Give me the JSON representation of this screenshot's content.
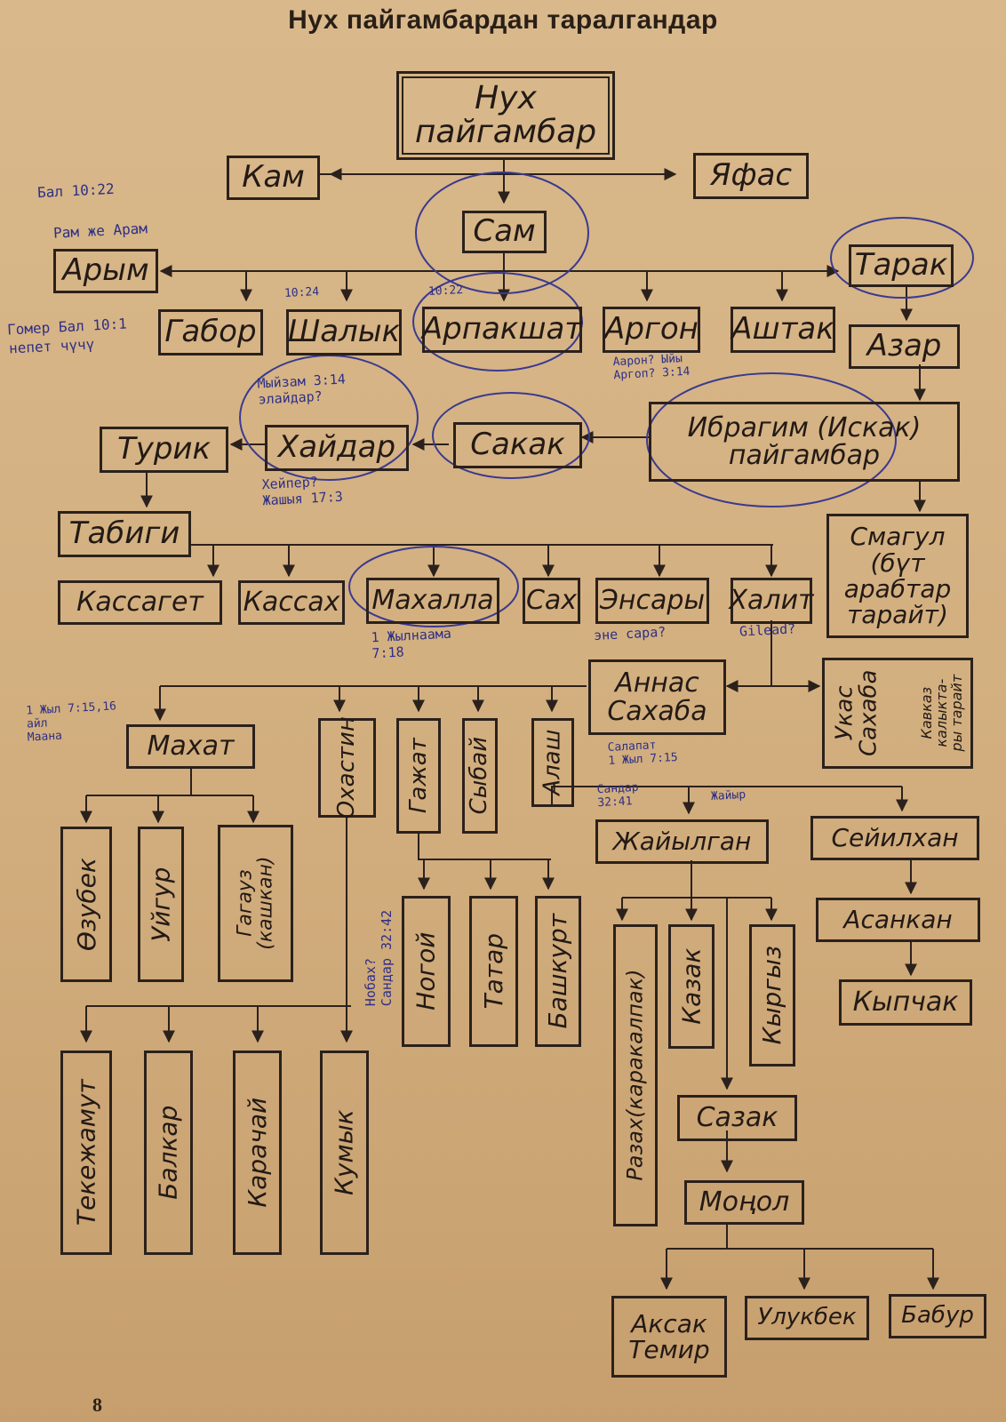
{
  "title": "Нух пайгамбардан таралгандар",
  "page_number": "8",
  "nodes": {
    "nuh": "Нух\nпайгамбар",
    "kam": "Кам",
    "yafas": "Яфас",
    "sam": "Сам",
    "arym": "Арым",
    "tarak": "Тарак",
    "gabor": "Габор",
    "shalyk": "Шалык",
    "arpakshat": "Арпакшат",
    "argon": "Аргон",
    "ashtak": "Аштак",
    "azar": "Азар",
    "ibragim": "Ибрагим (Искак)\nпайгамбар",
    "turik": "Турик",
    "haydar": "Хайдар",
    "sakak": "Сакак",
    "tabigi": "Табиги",
    "smagul": "Смагул\n(бүт\nарабтар\nтарайт)",
    "kassaget": "Кассагет",
    "kassah": "Кассах",
    "mahalla": "Махалла",
    "sah": "Сах",
    "ensary": "Энсары",
    "halit": "Халит",
    "annas": "Аннас\nСахаба",
    "ukas": "Укас\nСахаба",
    "ukas_note": "Кавказ\nкалыкта-\nры тарайт",
    "mahat": "Махат",
    "ohastin": "Охастин",
    "gazhat": "Гажат",
    "sybay": "Сыбай",
    "alash": "Алаш",
    "ozubek": "Өзубек",
    "uygur": "Уйгур",
    "gagauz": "Гагауз\n(кашкан)",
    "zhayylgan": "Жайылган",
    "seyilhan": "Сейилхан",
    "nogoy": "Ногой",
    "tatar": "Татар",
    "bashkurt": "Башкурт",
    "razah": "Разах(каракалпак)",
    "kazak": "Казак",
    "kyrgyz": "Кыргыз",
    "asankan": "Асанкан",
    "kypchak": "Кыпчак",
    "tekezhamut": "Текежамут",
    "balkar": "Балкар",
    "karachay": "Карачай",
    "kumyk": "Кумык",
    "sazak": "Сазак",
    "mongol": "Моңол",
    "aksak": "Аксак\nТемир",
    "ulukbek": "Улукбек",
    "babur": "Бабур"
  },
  "annotations": {
    "a1": "Бал 10:22",
    "a2": "Рам же Арам",
    "a3": "Гомер Бал 10:1",
    "a4": "непет чүчү",
    "a5": "10:24",
    "a6": "10:22",
    "a7": "Аарон? Ыйы\nАргоп? 3:14",
    "a8": "Мыйзам 3:14\nэлайдар?",
    "a9": "Хейпер?\nЖашыя 17:3",
    "a10": "1 Жылнаама\n7:18",
    "a11": "эне сара?",
    "a12": "Gilead?",
    "a13": "1 Жыл 7:15,16\nайл\nМаана",
    "a14": "Салапат\n1 Жыл 7:15",
    "a15": "Сандар\n32:41",
    "a16": "Жайыр",
    "a17": "Нобах?\nСандар 32:42"
  },
  "colors": {
    "ink": "#2b211c",
    "paper": "#d6b585",
    "pen": "#2d2f86"
  }
}
